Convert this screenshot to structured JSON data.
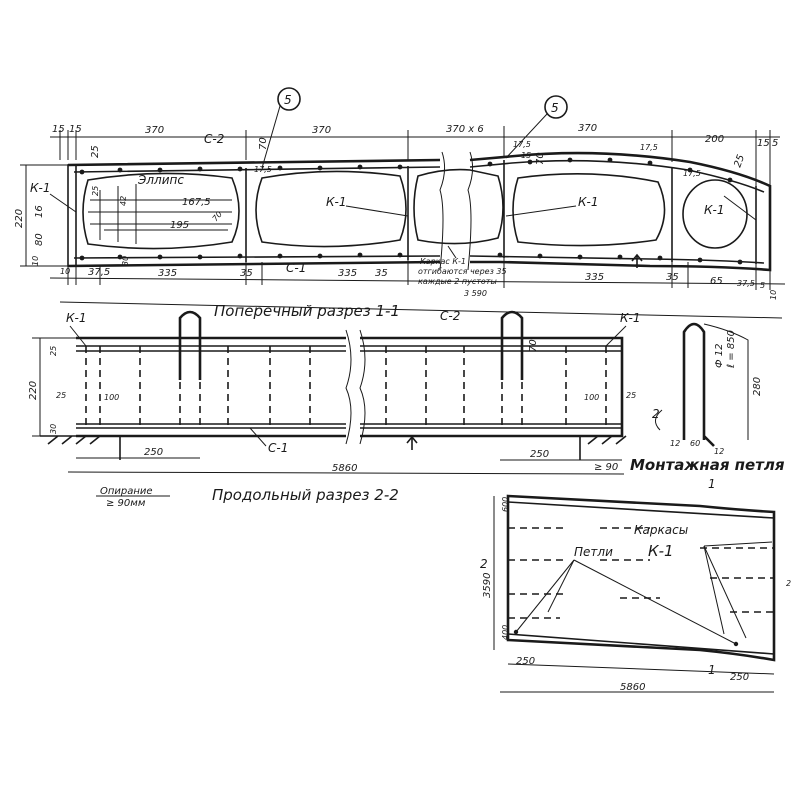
{
  "section_titles": {
    "cross_section": "Поперечный разрез 1-1",
    "longitudinal_section": "Продольный разрез 2-2",
    "lifting_loop": "Монтажная петля"
  },
  "callouts": {
    "detail_marker": "5"
  },
  "cross_section": {
    "top_dims": [
      "15",
      "15",
      "370",
      "370",
      "370 х 6",
      "370",
      "200",
      "15",
      "5"
    ],
    "top_small": [
      "70",
      "25",
      "17,5",
      "17,5",
      "70",
      "17,5",
      "17,5",
      "25",
      "15"
    ],
    "bottom_dims": [
      "10",
      "37,5",
      "335",
      "35",
      "335",
      "35",
      "335",
      "35",
      "65",
      "37,5",
      "5",
      "10"
    ],
    "overall": "3 590",
    "left_dims": [
      "220",
      "80",
      "16",
      "10"
    ],
    "inner_dims": [
      "167,5",
      "195",
      "70",
      "25",
      "42",
      "30"
    ],
    "labels": {
      "k1": "К-1",
      "c2": "С-2",
      "c1": "С-1",
      "ellipse": "Эллипс",
      "note_line1": "Каркас К-1",
      "note_line2": "отгибаются через 35",
      "note_line3": "каждые 2 пустоты"
    }
  },
  "longitudinal_section": {
    "labels": {
      "k1_left": "К-1",
      "k1_right": "К-1",
      "c2": "С-2",
      "c1": "С-1"
    },
    "dims": {
      "height": "220",
      "top": "25",
      "mid": "25",
      "bottom": "30",
      "inner_left": "100",
      "inner_right": "100",
      "right_mid": "25",
      "support_left": "250",
      "support_right": "250",
      "length": "5860",
      "top_small": "70",
      "right_min": "≥ 90"
    },
    "support_note": [
      "Опирание",
      "≥ 90мм"
    ]
  },
  "lifting_loop": {
    "diameter": "Ф 12",
    "length": "ℓ = 850",
    "height": "280",
    "bottom": [
      "12",
      "60",
      "12"
    ],
    "marker": "2"
  },
  "plan_view": {
    "labels": {
      "loops": "Петли",
      "frames": "Каркасы",
      "k1": "К-1"
    },
    "dims": {
      "width": "3590",
      "top": "600",
      "bottom": "400",
      "left_side": "2",
      "left_end": "250",
      "right_end": "250",
      "length": "5860",
      "mark": "1",
      "right_mark": "2"
    }
  }
}
